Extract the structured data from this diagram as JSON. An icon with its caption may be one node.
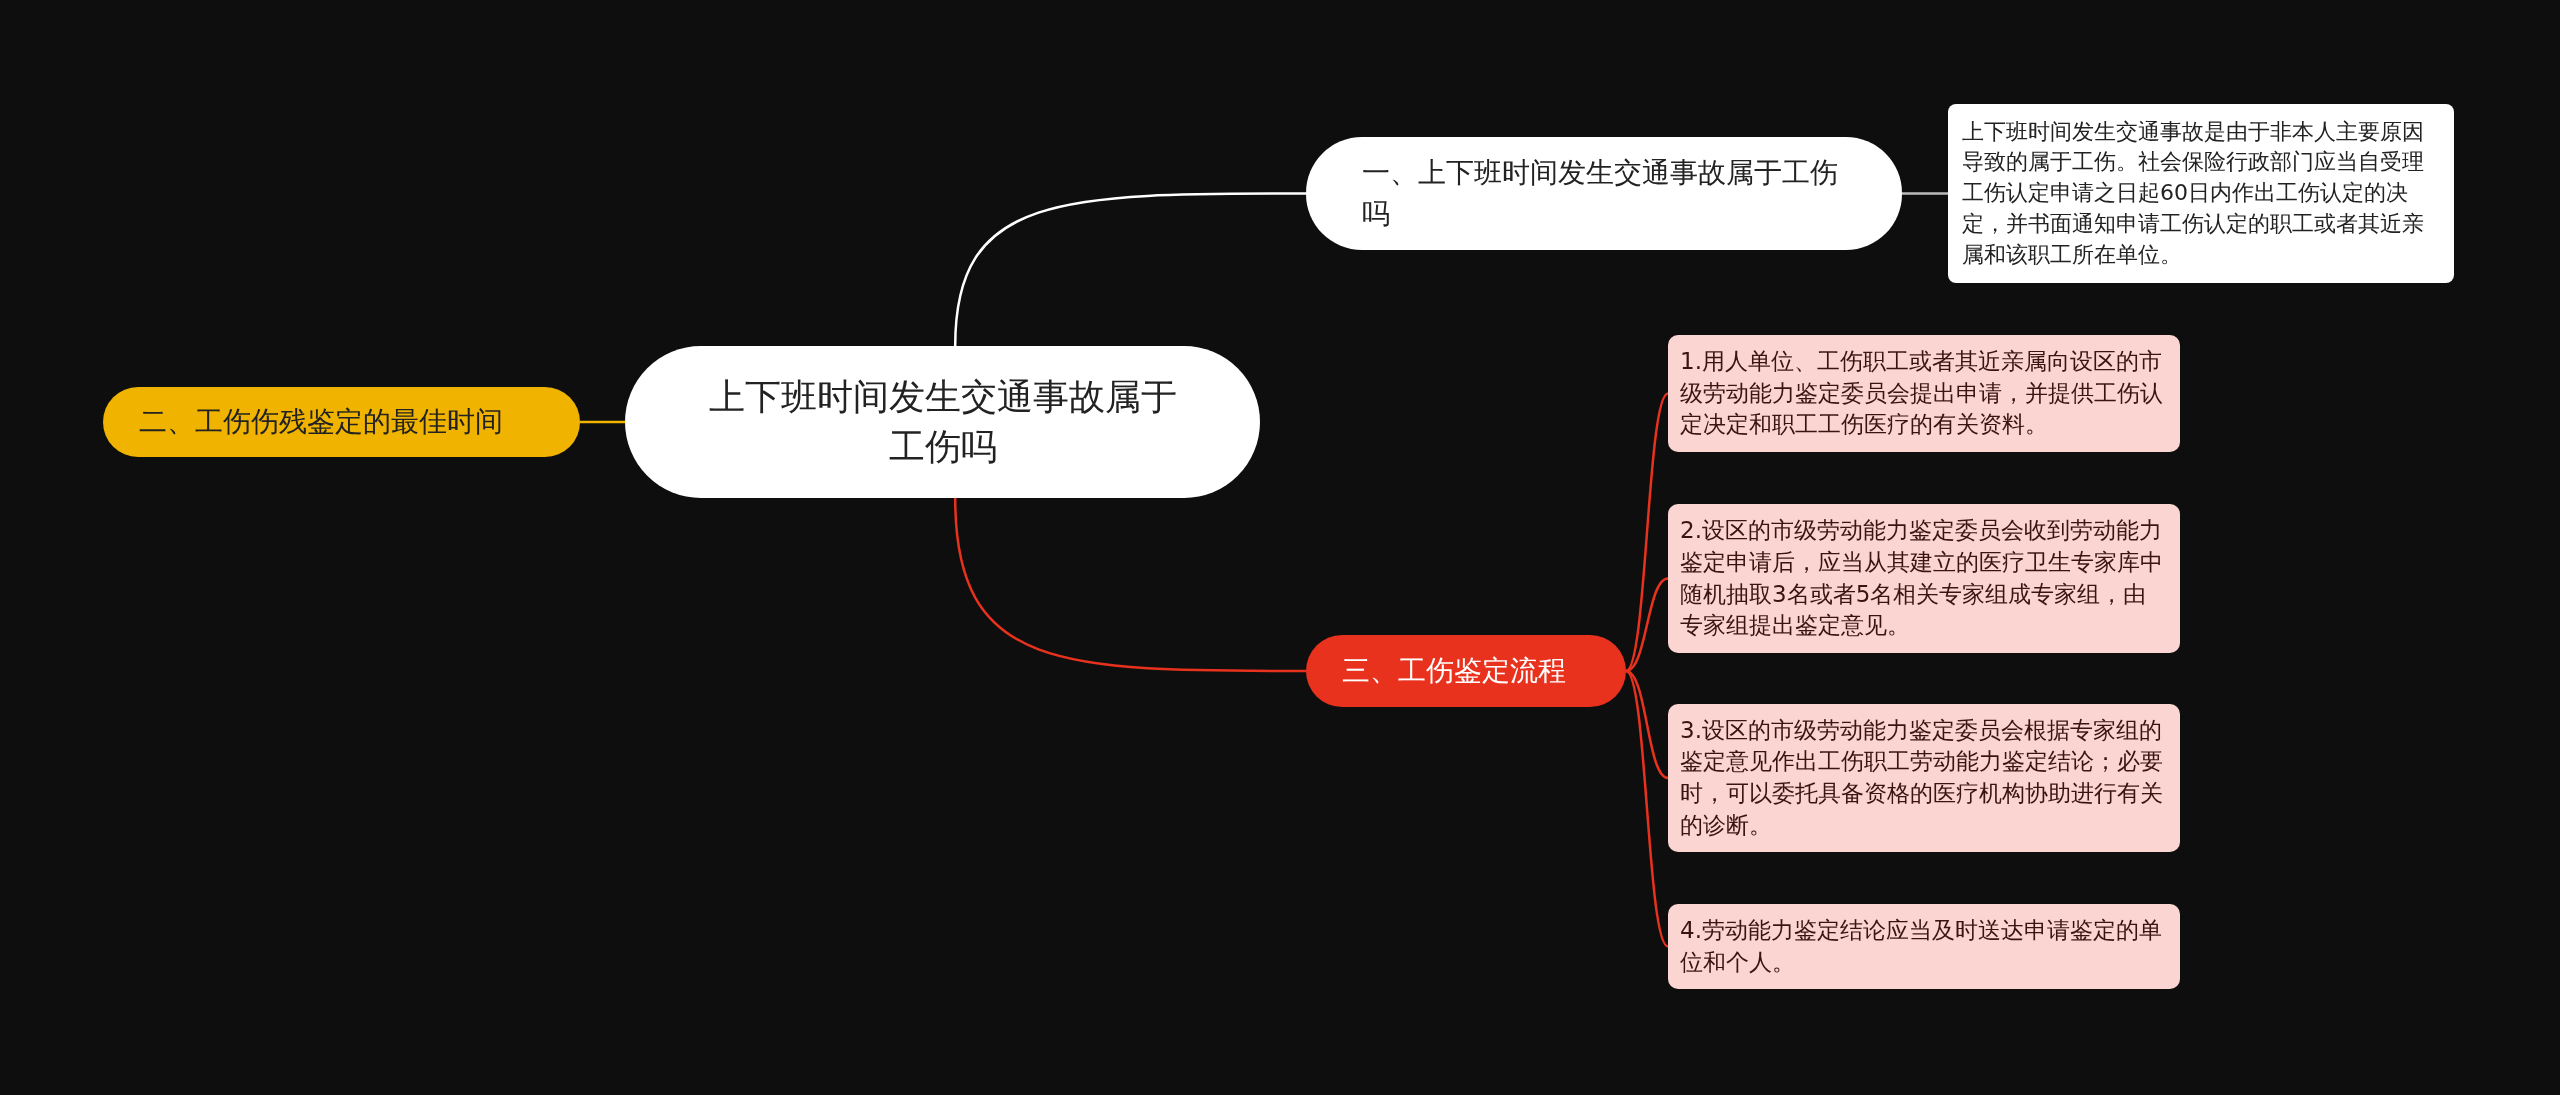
{
  "diagram": {
    "nodes": [
      {
        "text": [
          "上下班时间发生交通事故属于工伤吗"
        ]
      },
      {
        "text": [
          "一、上下班时间发生交通事故属于工伤吗"
        ]
      },
      {
        "text": [
          "上下班时间发生交通事故是由于非本人主要原因导致的属于工伤。社会保险行政部门应当自受理工伤认定申请之日起60日内作出工伤认定的决定，并书面通知申请工伤认定的职工或者其近亲属和该职工所在单位。"
        ]
      },
      {
        "text": [
          "二、工伤伤残鉴定的最佳时间"
        ]
      },
      {
        "text": [
          "三、工伤鉴定流程"
        ]
      },
      {
        "text": [
          "1.用人单位、工伤职工或者其近亲属向设区的市级劳动能力鉴定委员会提出申请，并提供工伤认定决定和职工工伤医疗的有关资料。"
        ]
      },
      {
        "text": [
          "2.设区的市级劳动能力鉴定委员会收到劳动能力鉴定申请后，应当从其建立的医疗卫生专家库中随机抽取3名或者5名相关专家组成专家组，由专家组提出鉴定意见。"
        ]
      },
      {
        "text": [
          "3.设区的市级劳动能力鉴定委员会根据专家组的鉴定意见作出工伤职工劳动能力鉴定结论；必要时，可以委托具备资格的医疗机构协助进行有关的诊断。"
        ]
      },
      {
        "text": [
          "4.劳动能力鉴定结论应当及时送达申请鉴定的单位和个人。"
        ]
      }
    ],
    "edges": [
      {
        "from": 0,
        "to": 1,
        "arrow": "none",
        "color": "#ffffff"
      },
      {
        "from": 1,
        "to": 2,
        "arrow": "none",
        "color": "#bbbbbb"
      },
      {
        "from": 0,
        "to": 3,
        "arrow": "none",
        "color": "#f0b400"
      },
      {
        "from": 0,
        "to": 4,
        "arrow": "none"
      },
      {
        "from": 4,
        "to": 5,
        "arrow": "none"
      },
      {
        "from": 4,
        "to": 6,
        "arrow": "none"
      },
      {
        "from": 4,
        "to": 7,
        "arrow": "none"
      },
      {
        "from": 4,
        "to": 8,
        "arrow": "none"
      }
    ]
  }
}
